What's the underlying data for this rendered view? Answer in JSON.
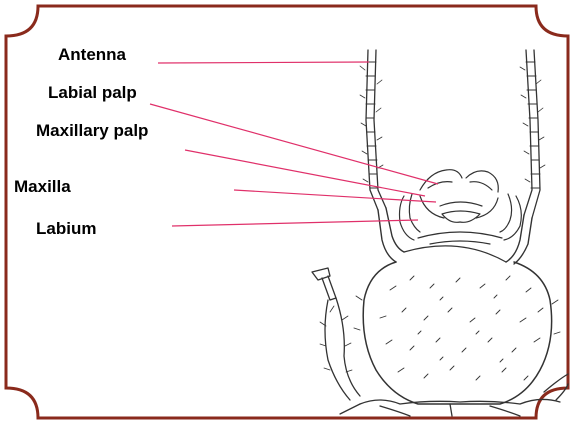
{
  "diagram": {
    "labels": [
      {
        "id": "antenna",
        "text": "Antenna"
      },
      {
        "id": "labial-palp",
        "text": "Labial palp"
      },
      {
        "id": "maxillary-palp",
        "text": "Maxillary palp"
      },
      {
        "id": "maxilla",
        "text": "Maxilla"
      },
      {
        "id": "labium",
        "text": "Labium"
      }
    ],
    "colors": {
      "frame": "#8a2a1c",
      "leader_lines": "#e0306a",
      "drawing": "#333333",
      "background": "#ffffff"
    },
    "illustration": "insect-head-mouthparts"
  }
}
